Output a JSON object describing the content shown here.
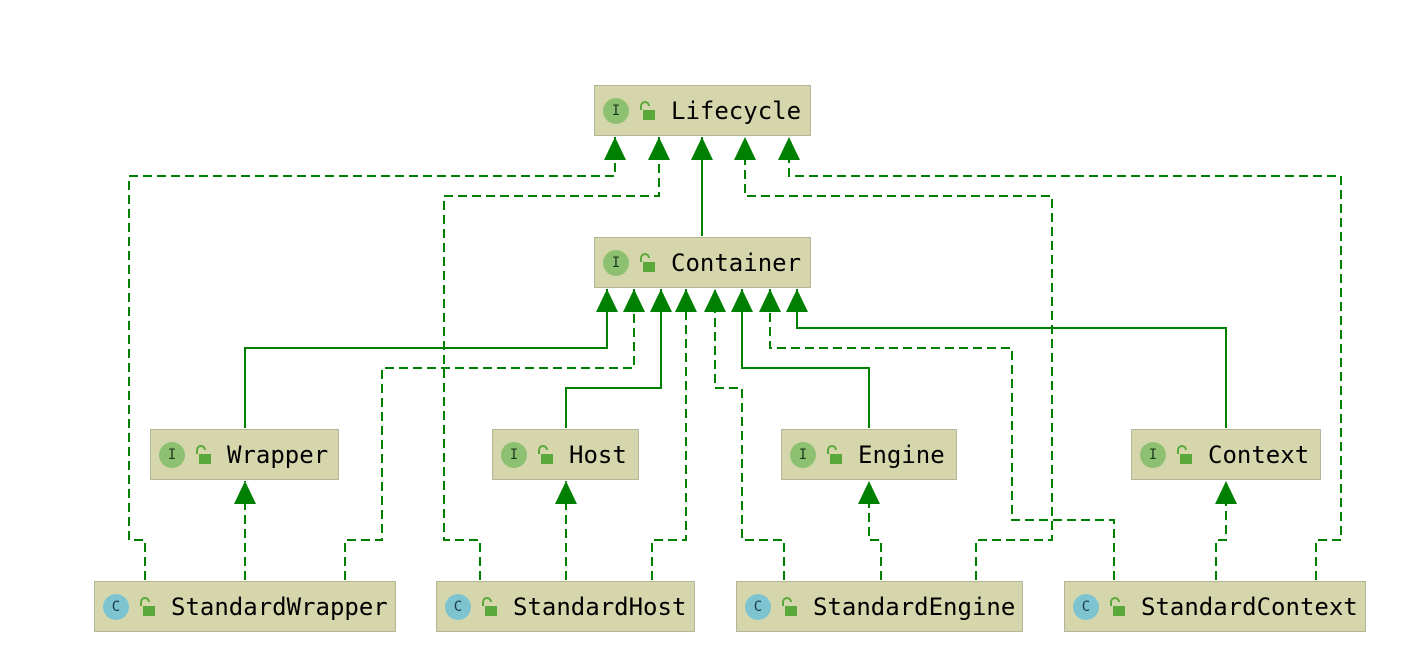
{
  "colors": {
    "node_fill": "#d6d6ad",
    "node_border": "#b5b59a",
    "edge": "#008000",
    "interface_badge": "#8dc070",
    "class_badge": "#7ec3d0",
    "lock": "#5aa83c"
  },
  "nodes": {
    "lifecycle": {
      "label": "Lifecycle",
      "kind": "interface",
      "badge": "I",
      "icon": "unlock-icon"
    },
    "container": {
      "label": "Container",
      "kind": "interface",
      "badge": "I",
      "icon": "unlock-icon"
    },
    "wrapper": {
      "label": "Wrapper",
      "kind": "interface",
      "badge": "I",
      "icon": "unlock-icon"
    },
    "host": {
      "label": "Host",
      "kind": "interface",
      "badge": "I",
      "icon": "unlock-icon"
    },
    "engine": {
      "label": "Engine",
      "kind": "interface",
      "badge": "I",
      "icon": "unlock-icon"
    },
    "context": {
      "label": "Context",
      "kind": "interface",
      "badge": "I",
      "icon": "unlock-icon"
    },
    "standard_wrapper": {
      "label": "StandardWrapper",
      "kind": "class",
      "badge": "C",
      "icon": "unlock-icon"
    },
    "standard_host": {
      "label": "StandardHost",
      "kind": "class",
      "badge": "C",
      "icon": "unlock-icon"
    },
    "standard_engine": {
      "label": "StandardEngine",
      "kind": "class",
      "badge": "C",
      "icon": "unlock-icon"
    },
    "standard_context": {
      "label": "StandardContext",
      "kind": "class",
      "badge": "C",
      "icon": "unlock-icon"
    }
  },
  "edges": [
    {
      "from": "container",
      "to": "lifecycle",
      "type": "extends"
    },
    {
      "from": "wrapper",
      "to": "container",
      "type": "extends"
    },
    {
      "from": "host",
      "to": "container",
      "type": "extends"
    },
    {
      "from": "engine",
      "to": "container",
      "type": "extends"
    },
    {
      "from": "context",
      "to": "container",
      "type": "extends"
    },
    {
      "from": "standard_wrapper",
      "to": "wrapper",
      "type": "implements"
    },
    {
      "from": "standard_wrapper",
      "to": "lifecycle",
      "type": "implements"
    },
    {
      "from": "standard_wrapper",
      "to": "container",
      "type": "implements"
    },
    {
      "from": "standard_host",
      "to": "host",
      "type": "implements"
    },
    {
      "from": "standard_host",
      "to": "lifecycle",
      "type": "implements"
    },
    {
      "from": "standard_host",
      "to": "container",
      "type": "implements"
    },
    {
      "from": "standard_engine",
      "to": "engine",
      "type": "implements"
    },
    {
      "from": "standard_engine",
      "to": "lifecycle",
      "type": "implements"
    },
    {
      "from": "standard_engine",
      "to": "container",
      "type": "implements"
    },
    {
      "from": "standard_context",
      "to": "context",
      "type": "implements"
    },
    {
      "from": "standard_context",
      "to": "lifecycle",
      "type": "implements"
    },
    {
      "from": "standard_context",
      "to": "container",
      "type": "implements"
    }
  ]
}
